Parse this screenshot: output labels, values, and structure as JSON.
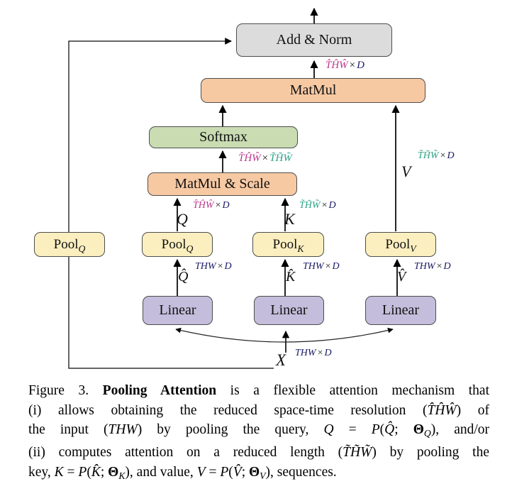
{
  "boxes": {
    "add_norm": {
      "label": "Add & Norm"
    },
    "matmul": {
      "label": "MatMul"
    },
    "softmax": {
      "label": "Softmax"
    },
    "matmul_scale": {
      "label": "MatMul & Scale"
    },
    "pool_left": {
      "base": "Pool",
      "sub": "Q"
    },
    "pool_q": {
      "base": "Pool",
      "sub": "Q"
    },
    "pool_k": {
      "base": "Pool",
      "sub": "K"
    },
    "pool_v": {
      "base": "Pool",
      "sub": "V"
    },
    "linear_q": {
      "label": "Linear"
    },
    "linear_k": {
      "label": "Linear"
    },
    "linear_v": {
      "label": "Linear"
    }
  },
  "dims": {
    "hat_thw": "T̂ĤŴ",
    "tilde_thw": "T̃H̃W̃",
    "thw": "THW",
    "d": "D",
    "times": "×"
  },
  "vars": {
    "q": "Q",
    "k": "K",
    "v": "V",
    "x": "X",
    "q_hat": "Q̂",
    "k_hat": "K̂",
    "v_hat": "V̂"
  },
  "colors": {
    "magenta": "#b93a8d",
    "teal": "#2ea285",
    "navy": "#1b1b66",
    "box_gray": "#dcdcdc",
    "box_orange": "#f7c9a3",
    "box_green": "#c9dcb2",
    "box_yellow": "#fbefc0",
    "box_purple": "#c4bddb"
  },
  "caption": {
    "lines": [
      [
        {
          "t": "Figure 3. ",
          "s": "r"
        },
        {
          "t": "Pooling Attention",
          "s": "b"
        },
        {
          "t": " is a flexible attention mechanism that",
          "s": "r"
        }
      ],
      [
        {
          "t": "(i) allows obtaining the reduced space-time resolution (",
          "s": "r"
        },
        {
          "t": "T̂ĤŴ",
          "s": "i"
        },
        {
          "t": ") of",
          "s": "r"
        }
      ],
      [
        {
          "t": "the input (",
          "s": "r"
        },
        {
          "t": "THW",
          "s": "i"
        },
        {
          "t": ") by pooling the query, ",
          "s": "r"
        },
        {
          "t": "Q",
          "s": "i"
        },
        {
          "t": " = ",
          "s": "r"
        },
        {
          "t": "P",
          "s": "p"
        },
        {
          "t": "(",
          "s": "r"
        },
        {
          "t": "Q̂",
          "s": "i"
        },
        {
          "t": "; ",
          "s": "r"
        },
        {
          "t": "Θ",
          "s": "bt"
        },
        {
          "t": "Q",
          "s": "sub"
        },
        {
          "t": ")",
          "s": "r"
        },
        {
          "t": ", and/or",
          "s": "r"
        }
      ],
      [
        {
          "t": "(ii) computes attention on a reduced length (",
          "s": "r"
        },
        {
          "t": "T̃H̃W̃",
          "s": "i"
        },
        {
          "t": ") by pooling the",
          "s": "r"
        }
      ],
      [
        {
          "t": "key, ",
          "s": "r"
        },
        {
          "t": "K",
          "s": "i"
        },
        {
          "t": " = ",
          "s": "r"
        },
        {
          "t": "P",
          "s": "p"
        },
        {
          "t": "(",
          "s": "r"
        },
        {
          "t": "K̂",
          "s": "i"
        },
        {
          "t": "; ",
          "s": "r"
        },
        {
          "t": "Θ",
          "s": "bt"
        },
        {
          "t": "K",
          "s": "sub"
        },
        {
          "t": "), and value, ",
          "s": "r"
        },
        {
          "t": "V",
          "s": "i"
        },
        {
          "t": " = ",
          "s": "r"
        },
        {
          "t": "P",
          "s": "p"
        },
        {
          "t": "(",
          "s": "r"
        },
        {
          "t": "V̂",
          "s": "i"
        },
        {
          "t": "; ",
          "s": "r"
        },
        {
          "t": "Θ",
          "s": "bt"
        },
        {
          "t": "V",
          "s": "sub"
        },
        {
          "t": "), sequences.",
          "s": "r"
        }
      ]
    ]
  }
}
